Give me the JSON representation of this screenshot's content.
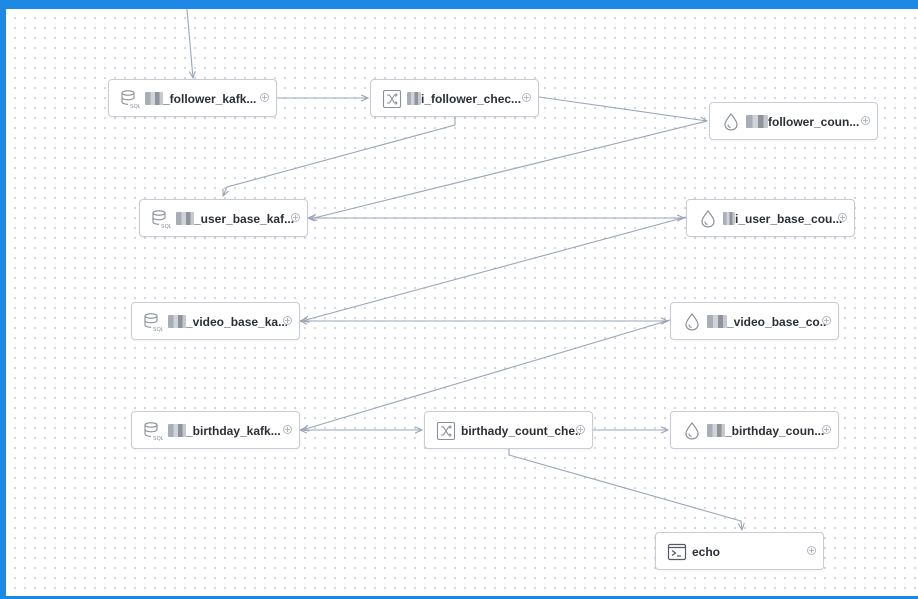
{
  "nodes": [
    {
      "id": "follower-kafka-source",
      "type": "sql-source",
      "label": "_follower_kafk...",
      "redacted": true
    },
    {
      "id": "follower-check-transform",
      "type": "transform",
      "label": "i_follower_chec...",
      "redacted": true
    },
    {
      "id": "follower-count-sink",
      "type": "sink",
      "label": "follower_coun...",
      "redacted": true
    },
    {
      "id": "user-base-kafka-source",
      "type": "sql-source",
      "label": "_user_base_kaf...",
      "redacted": true
    },
    {
      "id": "user-base-count-sink",
      "type": "sink",
      "label": "i_user_base_cou...",
      "redacted": true
    },
    {
      "id": "video-base-kafka-source",
      "type": "sql-source",
      "label": "_video_base_ka...",
      "redacted": true
    },
    {
      "id": "video-base-count-sink",
      "type": "sink",
      "label": "_video_base_co...",
      "redacted": true
    },
    {
      "id": "birthday-kafka-source",
      "type": "sql-source",
      "label": "_birthday_kafk...",
      "redacted": true
    },
    {
      "id": "birthady-count-check-transform",
      "type": "transform",
      "label": "birthady_count_che...",
      "redacted": false
    },
    {
      "id": "birthday-count-sink",
      "type": "sink",
      "label": "_birthday_coun...",
      "redacted": true
    },
    {
      "id": "echo-output",
      "type": "console",
      "label": "echo",
      "redacted": false
    }
  ],
  "edges": [
    [
      "upstream",
      "follower-kafka-source"
    ],
    [
      "follower-kafka-source",
      "follower-check-transform"
    ],
    [
      "follower-check-transform",
      "follower-count-sink"
    ],
    [
      "follower-check-transform",
      "user-base-kafka-source"
    ],
    [
      "follower-count-sink",
      "user-base-kafka-source"
    ],
    [
      "user-base-kafka-source",
      "user-base-count-sink"
    ],
    [
      "user-base-count-sink",
      "video-base-kafka-source"
    ],
    [
      "video-base-kafka-source",
      "video-base-count-sink"
    ],
    [
      "video-base-count-sink",
      "birthday-kafka-source"
    ],
    [
      "birthday-kafka-source",
      "birthady-count-check-transform"
    ],
    [
      "birthady-count-check-transform",
      "birthday-count-sink"
    ],
    [
      "birthady-count-check-transform",
      "echo-output"
    ]
  ],
  "icons": {
    "sql-source": "database-sql-icon",
    "transform": "shuffle-icon",
    "sink": "droplet-icon",
    "console": "terminal-icon"
  },
  "colors": {
    "edge": "#9aa6b8",
    "icon": "#8a8f98",
    "node_border": "#c8ccd4",
    "label": "#2b2f36",
    "frame": "#1e88e5"
  }
}
